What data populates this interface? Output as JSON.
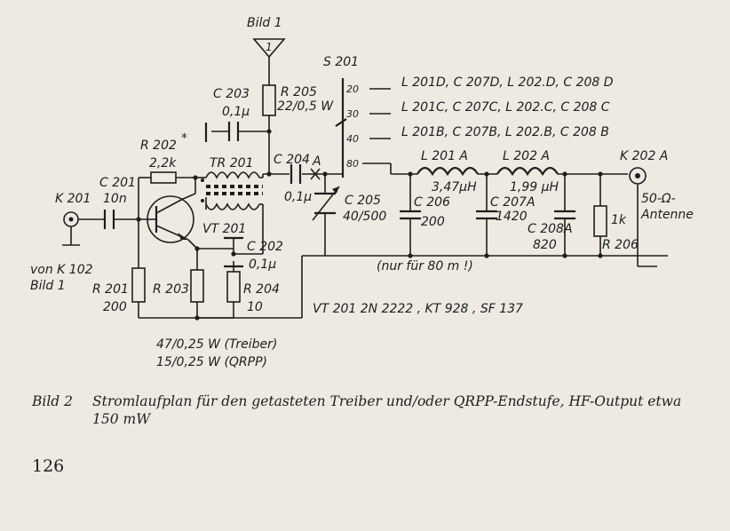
{
  "schematic": {
    "labels": {
      "bild1_top": "Bild 1",
      "antenna_tri": "1",
      "s201": "S 201",
      "pos20": "20",
      "pos30": "30",
      "pos40": "40",
      "pos80": "80",
      "line20": "L 201D, C 207D, L 202.D, C 208 D",
      "line30": "L 201C,  C 207C,  L 202.C,  C 208 C",
      "line40": "L 201B, C 207B, L 202.B, C 208 B",
      "c203": "C 203",
      "c203v": "0,1μ",
      "r205": "R 205",
      "r205v": "22/0,5 W",
      "r202": "R 202",
      "r202star": "*",
      "r202v": "2,2k",
      "tr201": "TR 201",
      "c204": "C 204",
      "point_a": "A",
      "c204v": "0,1μ",
      "c201": "C 201",
      "c201v": "10n",
      "k201": "K 201",
      "vt201": "VT 201",
      "c205": "C 205",
      "c205v": "40/500",
      "l201a": "L 201 A",
      "l201av": "3,47μH",
      "l202a": "L 202 A",
      "l202av": "1,99 μH",
      "k202a": "K 202 A",
      "ant1": "50-Ω-",
      "ant2": "Antenne",
      "c206": "C 206",
      "c206v": "200",
      "c207a": "C 207A",
      "c207av": "1420",
      "c208a": "C 208A",
      "c208av": "820",
      "r206": "R 206",
      "r206v": "1k",
      "nur80": "(nur für 80 m !)",
      "c202": "C 202",
      "c202v": "0,1μ",
      "r201": "R 201",
      "r201v": "200",
      "r203": "R 203",
      "r204": "R 204",
      "r204v": "10",
      "von1": "von K 102",
      "von2": "Bild 1",
      "vt_types": "VT 201  2N 2222 ,  KT 928 ,  SF 137",
      "r203_1": "47/0,25 W (Treiber)",
      "r203_2": "15/0,25 W (QRPP)"
    }
  },
  "caption": {
    "figure": "Bild 2",
    "text": "Stromlaufplan für den getasteten Treiber und/oder QRPP-Endstufe, HF-Output etwa 150 mW"
  },
  "page_number": "126"
}
